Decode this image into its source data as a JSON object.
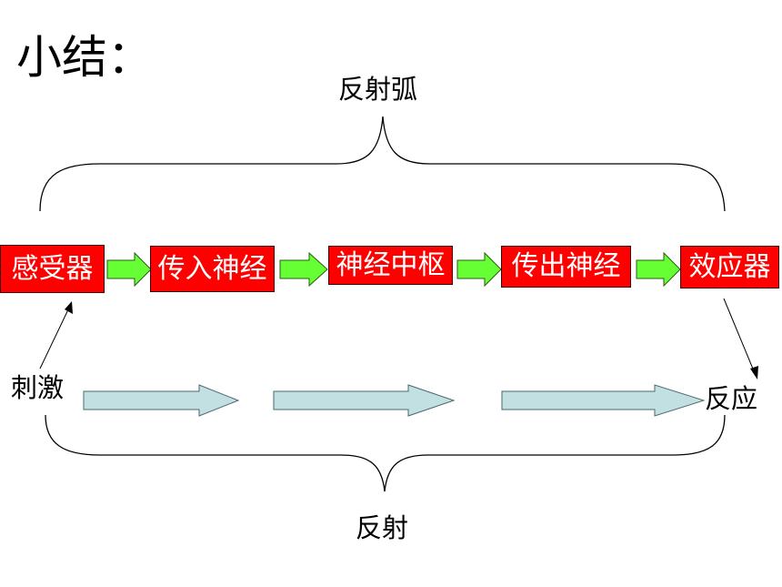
{
  "title": "小结：",
  "reflex_arc_label": "反射弧",
  "reflex_label": "反射",
  "stimulus_label": "刺激",
  "response_label": "反应",
  "components": [
    "感受器",
    "传入神经",
    "神经中枢",
    "传出神经",
    "效应器"
  ],
  "colors": {
    "box_fill": "#ff0000",
    "box_text": "#ffffff",
    "flow_arrow_fill": "#66ff33",
    "bottom_arrow_fill": "#c2e0e2",
    "line": "#000000"
  }
}
